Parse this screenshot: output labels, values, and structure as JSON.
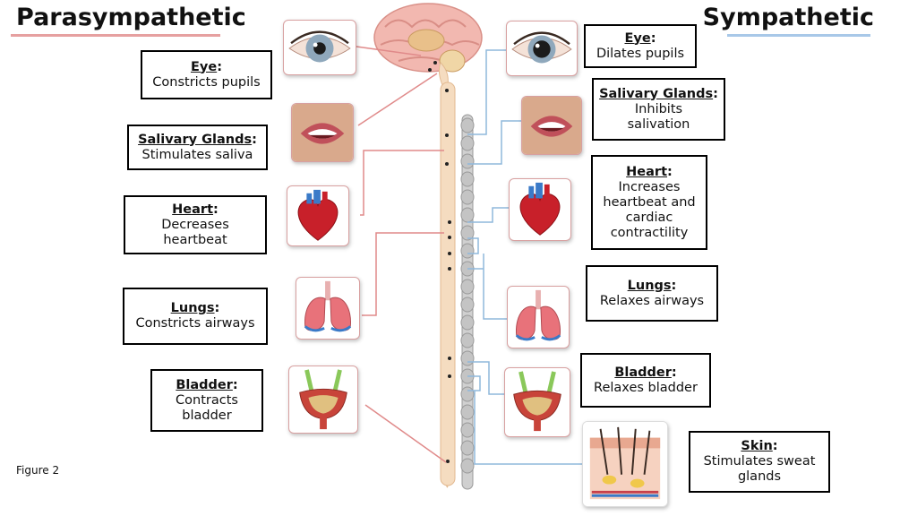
{
  "titles": {
    "left": "Parasympathetic",
    "right": "Sympathetic"
  },
  "colors": {
    "parasympathetic": "#e08a8a",
    "sympathetic": "#8fb8dc",
    "spinal_cord": "#f5dcc0",
    "sympathetic_chain": "#bdbdbd"
  },
  "parasympathetic": [
    {
      "organ": "Eye",
      "effect": "Constricts pupils",
      "icon": "eye-icon"
    },
    {
      "organ": "Salivary Glands",
      "effect": "Stimulates saliva",
      "icon": "mouth-icon"
    },
    {
      "organ": "Heart",
      "effect": "Decreases heartbeat",
      "icon": "heart-icon"
    },
    {
      "organ": "Lungs",
      "effect": "Constricts airways",
      "icon": "lungs-icon"
    },
    {
      "organ": "Bladder",
      "effect": "Contracts bladder",
      "icon": "bladder-icon"
    }
  ],
  "sympathetic": [
    {
      "organ": "Eye",
      "effect": "Dilates pupils",
      "icon": "eye-icon"
    },
    {
      "organ": "Salivary Glands",
      "effect": "Inhibits salivation",
      "icon": "mouth-icon"
    },
    {
      "organ": "Heart",
      "effect": "Increases heartbeat and cardiac contractility",
      "icon": "heart-icon"
    },
    {
      "organ": "Lungs",
      "effect": "Relaxes airways",
      "icon": "lungs-icon"
    },
    {
      "organ": "Bladder",
      "effect": "Relaxes bladder",
      "icon": "bladder-icon"
    },
    {
      "organ": "Skin",
      "effect": "Stimulates sweat glands",
      "icon": "skin-icon"
    }
  ],
  "caption": "Figure 2"
}
